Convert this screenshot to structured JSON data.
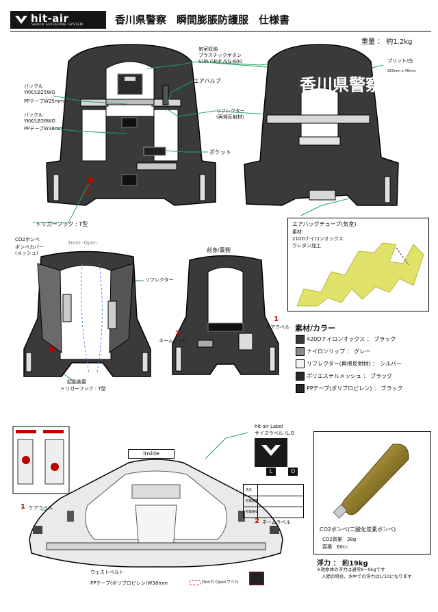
{
  "header": {
    "logo_text": "hit-air",
    "logo_sub": "SHOCK SUFFERING SYSTEM",
    "title": "香川県警察　瞬間膨脹防護服　仕様書"
  },
  "weight": "重量 ： 約1.2kg",
  "front_labels": {
    "buckle1": "バックル",
    "buckle1_model": "YKK/LB25WG",
    "pp_tape1": "PPテープW25mm",
    "buckle2": "バックル",
    "buckle2_model": "YKK/LB38WG",
    "pp_tape2": "PPテープW38mm",
    "trigger_hook": "トリガーフック : T型",
    "vent_button_1": "気室収納",
    "vent_button_2": "プラスチックボタン",
    "vent_button_3": "SUN GRIP /SG-600",
    "air_valve": "エアバルブ",
    "reflector": "リフレクター",
    "reflector_sub": "(再帰反射材)",
    "pocket": "ポケット"
  },
  "back_labels": {
    "print": "プリント/白",
    "print_size": "250mm x 40mm",
    "back_text": "香川県警察"
  },
  "tube": {
    "title": "エアバッグチューブ(気室)",
    "material_label": "素材:",
    "material": "210Dナイロンオックス",
    "coating": "ウレタン加工"
  },
  "open_view": {
    "co2_bomb": "CO2ボンベ",
    "bomb_cover": "ボンベカバー",
    "bomb_cover_sub": "(メッシュ)",
    "front_open": "Front -Open",
    "reflector": "リフレクター",
    "trigger_device": "起動装置",
    "trigger_hook": "トリガーフック : T型"
  },
  "back_side": {
    "title": "前身/裏側",
    "num1": "1",
    "care_label": "ケアラベル",
    "num2": "2",
    "name_label": "ネームラベル"
  },
  "materials": {
    "heading": "素材/カラー",
    "items": [
      {
        "label": "420Dナイロンオックス ： ブラック",
        "color": "#3a3a3a"
      },
      {
        "label": "ナイロンリップ ： グレー",
        "color": "#8a8a8a"
      },
      {
        "label": "リフレクター(再帰反射材) ： シルバー",
        "color": "#f4f4f4"
      },
      {
        "label": "ポリエステルメッシュ ： ブラック",
        "color": "#2a2a2a"
      },
      {
        "label": "PPテープ(ポリプロピレン) ： ブラック",
        "color": "#1a1a1a"
      }
    ]
  },
  "inside_view": {
    "inside_tag": "Inside",
    "label_title": "hit-air Label",
    "size_label": "サイズラベル /L,O",
    "size_L": "L",
    "size_O": "O",
    "num1": "1",
    "care_label": "ケアラベル",
    "num2": "2",
    "name_label": "ネームラベル",
    "waist_belt": "ウェストベルト",
    "pp_tape": "PPテープ(ポリプロピレン)W38mm",
    "dont_open": "Don?t Openラベル",
    "name_card_rows": [
      "氏名",
      "所属部署",
      "所属番号"
    ]
  },
  "co2": {
    "caption": "CO2ボンベ(二酸化炭素ボンベ)",
    "mass": "CO2質量　38g",
    "volume": "容積　60cc"
  },
  "buoyancy": "浮力 ： 約19kg",
  "note_line1": "※救命体の浮力は通常8～9kgです",
  "note_line2": "人間の場合、水中での浮力は1/10になります"
}
